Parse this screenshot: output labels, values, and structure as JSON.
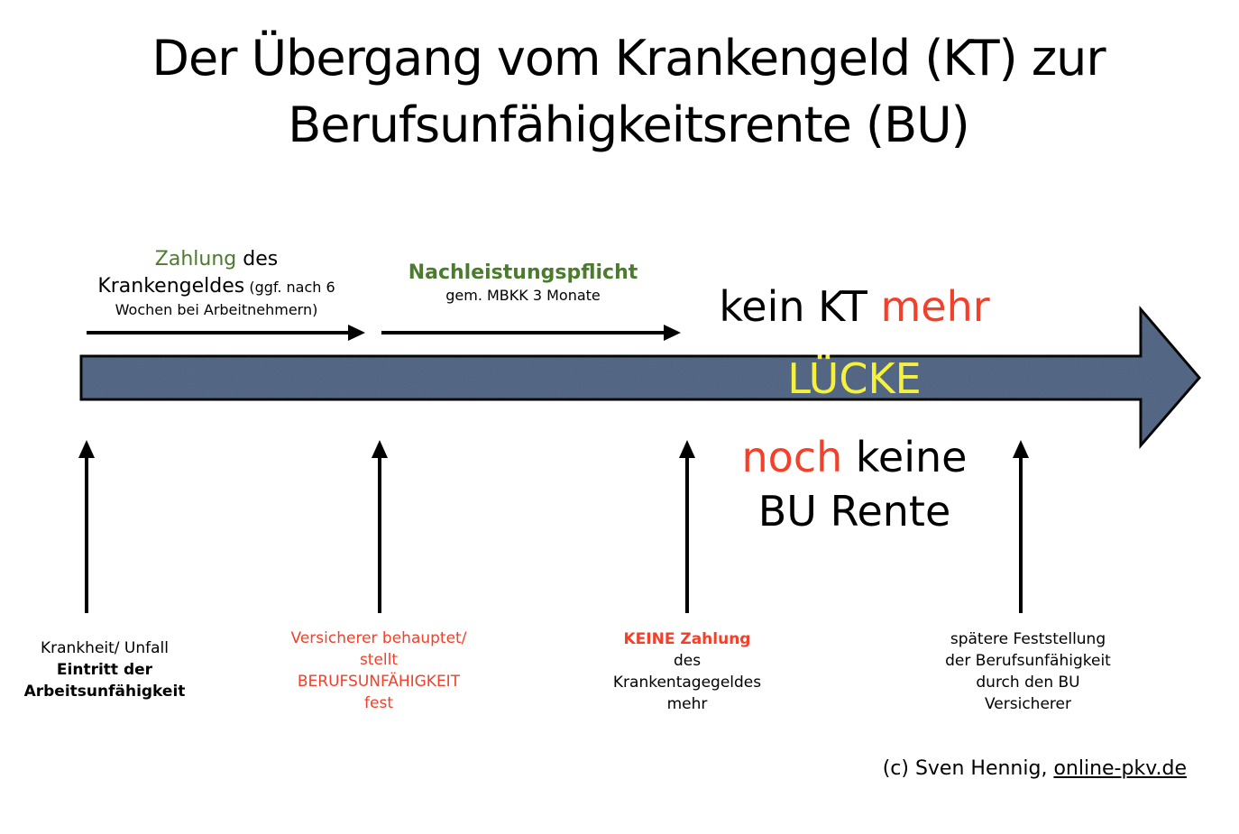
{
  "title": {
    "line1": "Der Übergang vom Krankengeld (KT) zur",
    "line2": "Berufsunfähigkeitsrente (BU)"
  },
  "top_labels": {
    "zahlung": {
      "highlight": "Zahlung",
      "rest1": " des",
      "line2": "Krankengeldes",
      "line2_small": " (ggf. nach 6",
      "line3": "Wochen bei Arbeitnehmern)"
    },
    "nachleistung": {
      "title": "Nachleistungspflicht",
      "subtitle": "gem. MBKK 3 Monate"
    }
  },
  "gap": {
    "kein_kt": "kein KT ",
    "mehr": "mehr",
    "luecke": "LÜCKE",
    "noch": "noch",
    "keine": " keine",
    "bu_rente": "BU Rente"
  },
  "events": [
    {
      "line1": "Krankheit/ Unfall",
      "line2": "Eintritt der",
      "line3": "Arbeitsunfähigkeit"
    },
    {
      "line1": "Versicherer behauptet/",
      "line2": "stellt",
      "line3": "BERUFSUNFÄHIGKEIT",
      "line4": "fest"
    },
    {
      "line1": "KEINE Zahlung",
      "line2": "des",
      "line3": "Krankentagegeldes",
      "line4": "mehr"
    },
    {
      "line1": "spätere Feststellung",
      "line2": "der Berufsunfähigkeit",
      "line3": "durch den BU",
      "line4": "Versicherer"
    }
  ],
  "credit": {
    "text": "(c) Sven Hennig, ",
    "link": "online-pkv.de"
  },
  "colors": {
    "green": "#4b7b2d",
    "red": "#f2402a",
    "yellow": "#f6f23c",
    "arrow": "#4d6180"
  }
}
